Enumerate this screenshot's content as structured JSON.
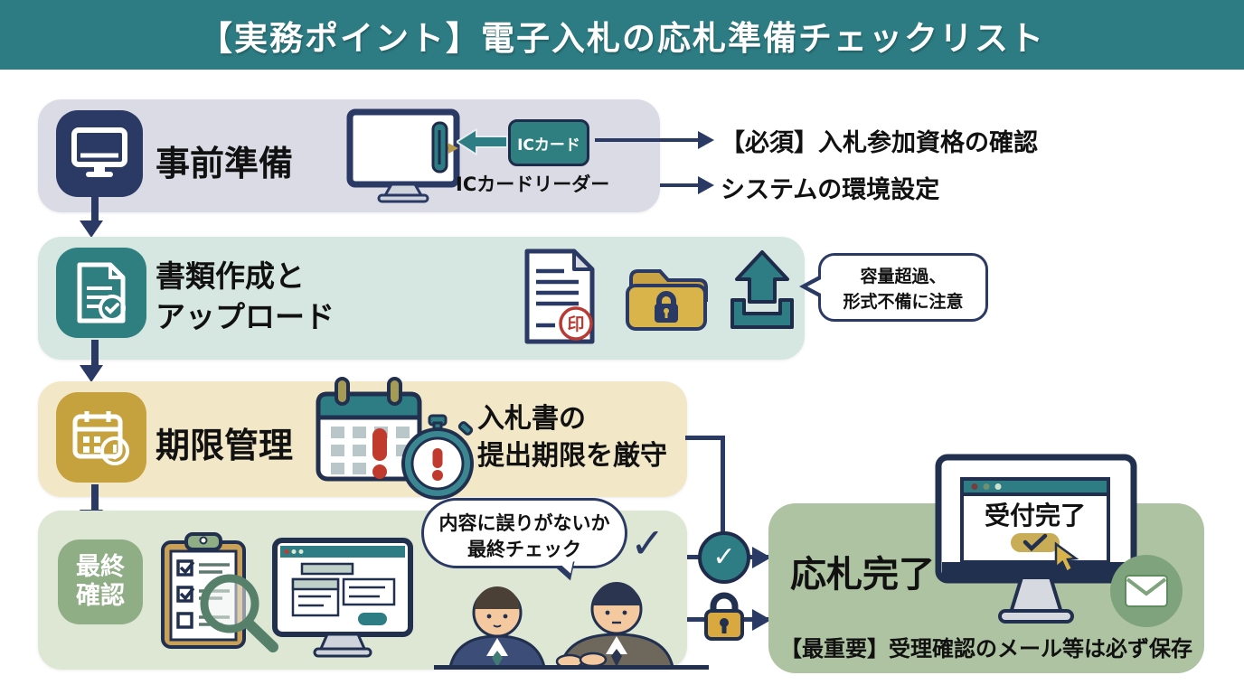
{
  "header": {
    "title": "【実務ポイント】電子入札の応札準備チェックリスト"
  },
  "steps": [
    {
      "label": "事前準備",
      "ic_card_label": "ICカード",
      "reader_label": "ICカードリーダー",
      "outcome1": "【必須】入札参加資格の確認",
      "outcome2": "システムの環境設定"
    },
    {
      "label_line1": "書類作成と",
      "label_line2": "アップロード",
      "stamp": "印",
      "bubble_line1": "容量超過、",
      "bubble_line2": "形式不備に注意"
    },
    {
      "label": "期限管理",
      "note_line1": "入札書の",
      "note_line2": "提出期限を厳守"
    },
    {
      "label_line1": "最終",
      "label_line2": "確認",
      "bubble_line1": "内容に誤りがないか",
      "bubble_line2": "最終チェック",
      "check_glyph": "✓"
    }
  ],
  "result": {
    "label": "応札完了",
    "screen_label": "受付完了",
    "note": "【最重要】受理確認のメール等は必ず保存"
  },
  "icons": {
    "check": "✓"
  },
  "colors": {
    "header_teal": "#2D7C83",
    "navy": "#2B3A64",
    "teal": "#2E7D85",
    "gold": "#D9B44A",
    "red": "#C03A2E",
    "band1": "#DADBE5",
    "band2": "#D6E6E0",
    "band3": "#F2E8C8",
    "band4": "#DDE7D4",
    "result_box": "#AEC3A2"
  }
}
